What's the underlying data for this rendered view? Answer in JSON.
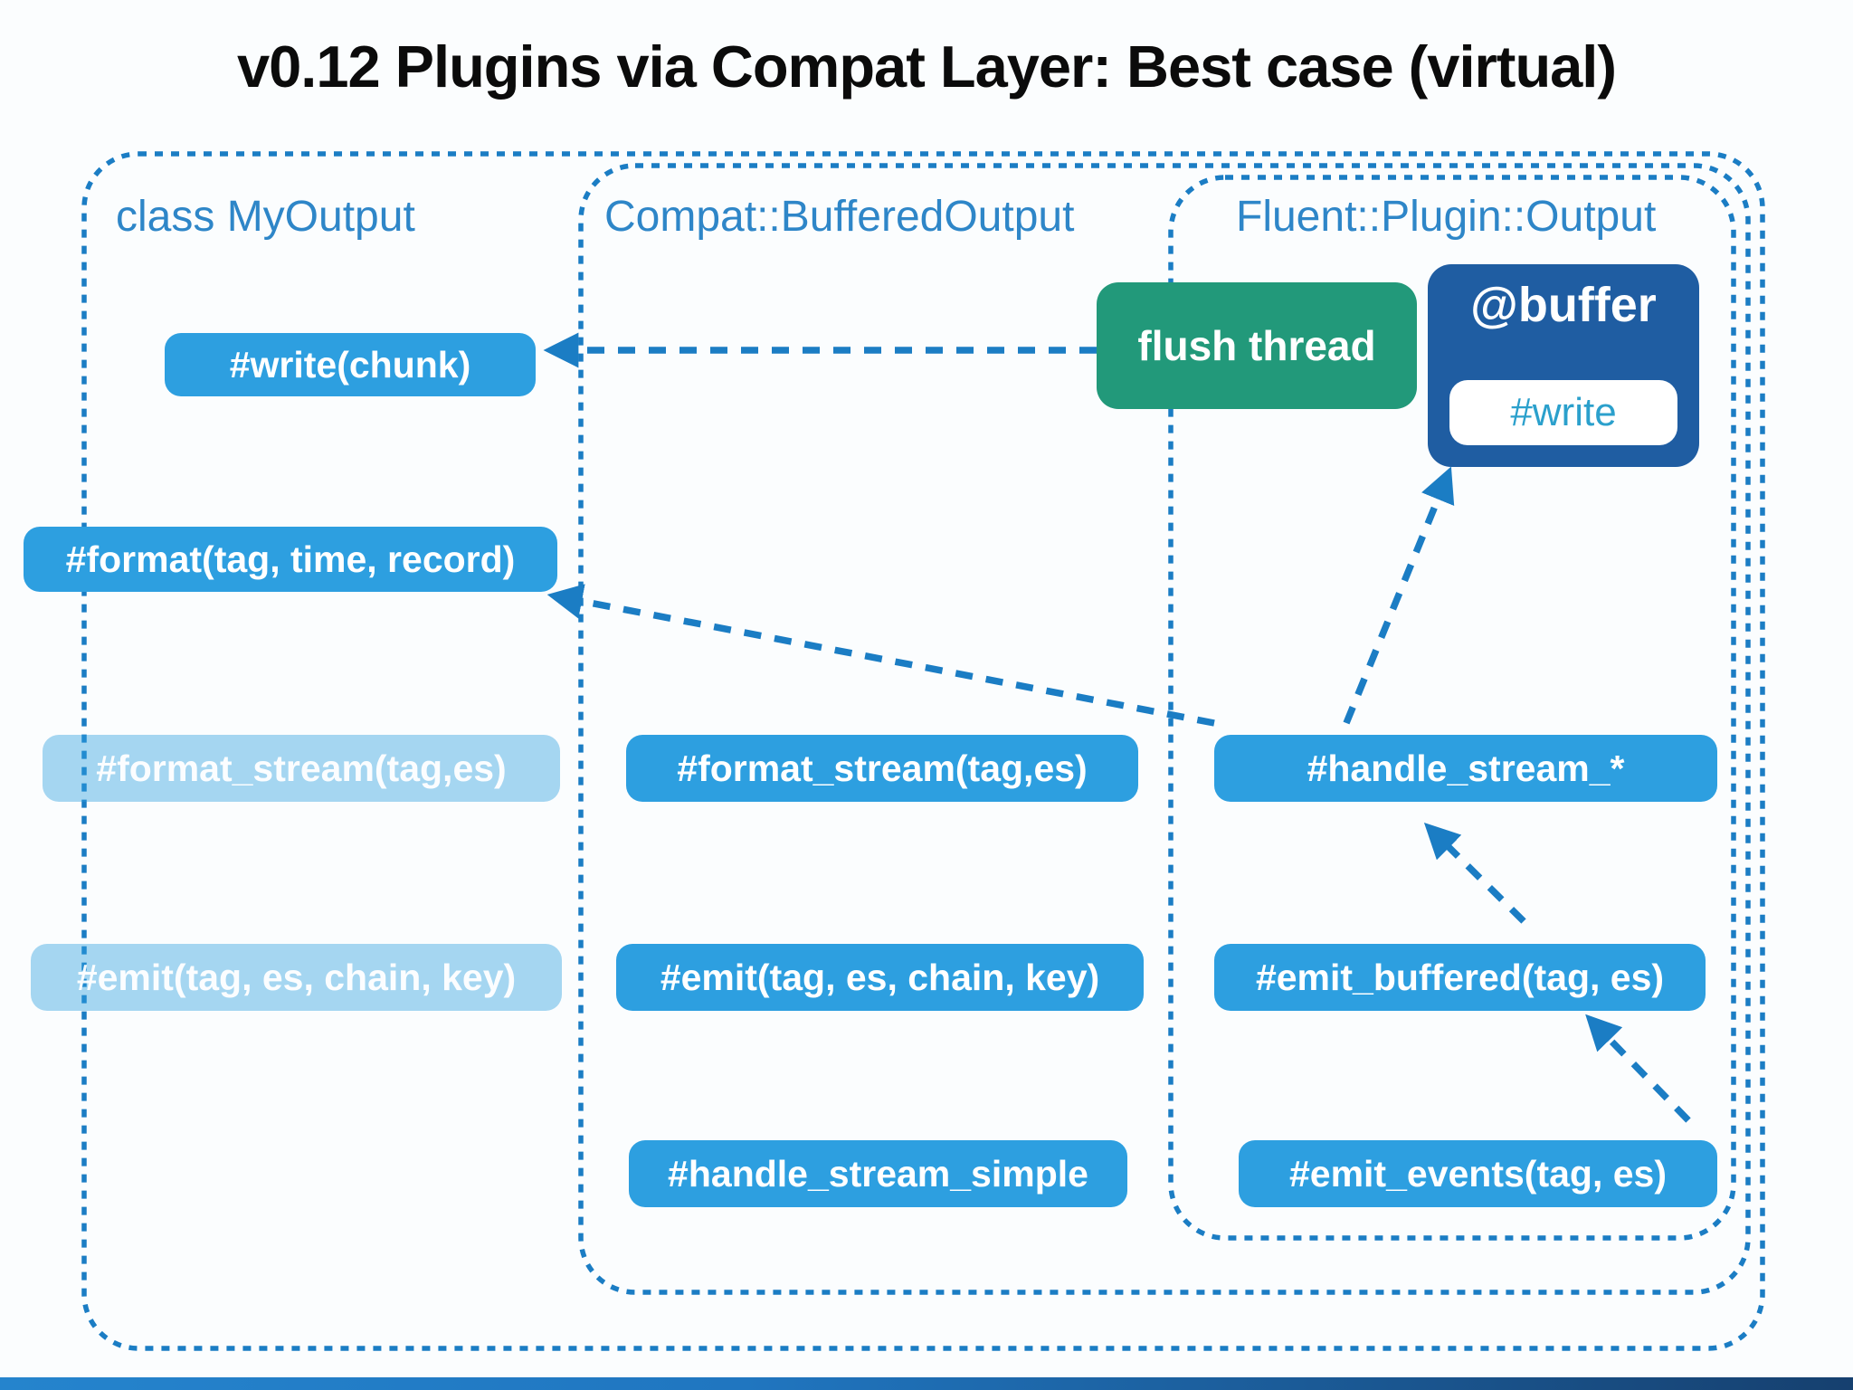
{
  "title": "v0.12 Plugins via Compat Layer: Best case (virtual)",
  "containers": {
    "my_output": {
      "label": "class MyOutput"
    },
    "compat": {
      "label": "Compat::BufferedOutput"
    },
    "fluent": {
      "label": "Fluent::Plugin::Output"
    }
  },
  "boxes": {
    "write_chunk": {
      "label": "#write(chunk)"
    },
    "format": {
      "label": "#format(tag, time, record)"
    },
    "format_stream_faded": {
      "label": "#format_stream(tag,es)"
    },
    "emit_faded": {
      "label": "#emit(tag, es, chain, key)"
    },
    "compat_format_stream": {
      "label": "#format_stream(tag,es)"
    },
    "compat_emit": {
      "label": "#emit(tag, es, chain, key)"
    },
    "compat_handle_stream_simple": {
      "label": "#handle_stream_simple"
    },
    "fluent_handle_stream": {
      "label": "#handle_stream_*"
    },
    "fluent_emit_buffered": {
      "label": "#emit_buffered(tag, es)"
    },
    "fluent_emit_events": {
      "label": "#emit_events(tag, es)"
    },
    "flush_thread": {
      "label": "flush thread"
    },
    "buffer": {
      "label": "@buffer",
      "method": "#write"
    }
  },
  "colors": {
    "accent_blue": "#2d9fe0",
    "faded_blue": "#a5d4f1",
    "green": "#22997a",
    "navy": "#1f5da2",
    "dash_blue": "#1b7dc4",
    "header_blue": "#2e86c8",
    "write_teal": "#2ba0cc",
    "bar_left": "#2584cd",
    "bar_right": "#16406f",
    "title_black": "#0b0b0b"
  }
}
